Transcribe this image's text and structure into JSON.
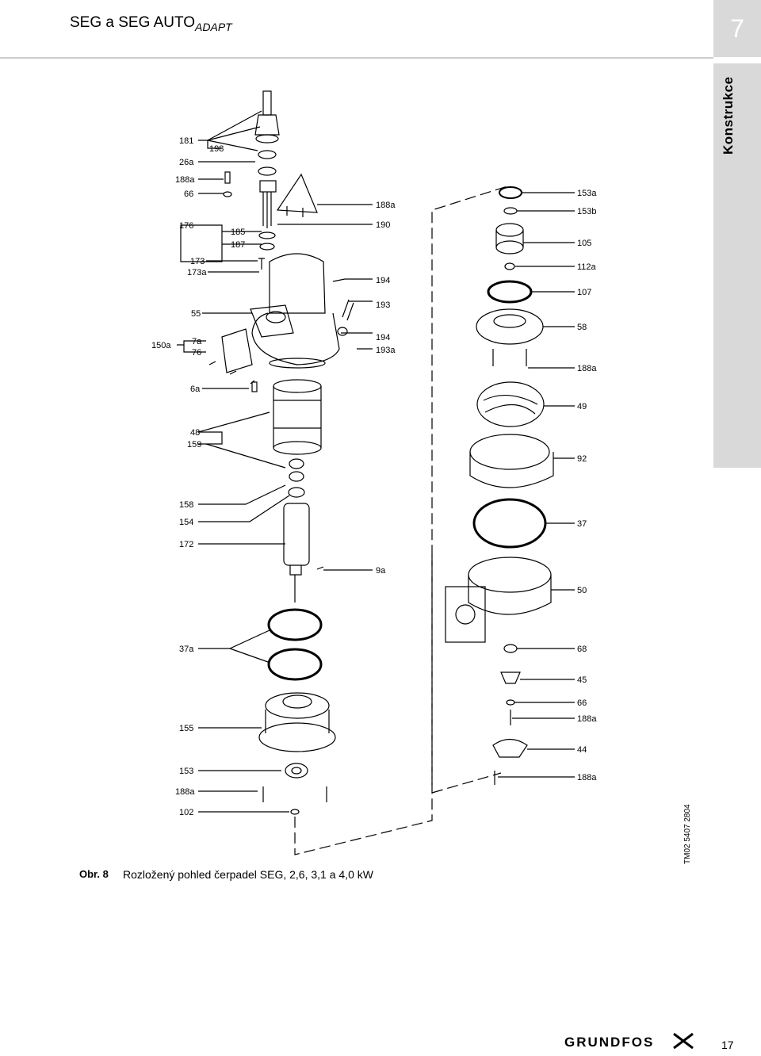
{
  "header": {
    "title_main": "SEG a SEG AUTO",
    "title_sub": "ADAPT",
    "chapter": "7"
  },
  "side_tab": {
    "label": "Konstrukce"
  },
  "caption": {
    "label": "Obr. 8",
    "text": "Rozložený pohled čerpadel SEG, 2,6, 3,1 a 4,0 kW"
  },
  "drawing_code": "TM02 5407 2804",
  "left_labels": {
    "181": "181",
    "198": "198",
    "26a": "26a",
    "188a_top": "188a",
    "66": "66",
    "176": "176",
    "185": "185",
    "187": "187",
    "173": "173",
    "173a": "173a",
    "55": "55",
    "150a": "150a",
    "7a": "7a",
    "76": "76",
    "6a": "6a",
    "48": "48",
    "159": "159",
    "158": "158",
    "154": "154",
    "172": "172",
    "37a": "37a",
    "155": "155",
    "153": "153",
    "188a_bottom": "188a",
    "102": "102"
  },
  "mid_labels": {
    "188a": "188a",
    "190": "190",
    "194_a": "194",
    "193": "193",
    "194_b": "194",
    "193a": "193a",
    "9a": "9a"
  },
  "right_labels": {
    "153a": "153a",
    "153b": "153b",
    "105": "105",
    "112a": "112a",
    "107": "107",
    "58": "58",
    "188a_1": "188a",
    "49": "49",
    "92": "92",
    "37": "37",
    "50": "50",
    "68": "68",
    "45": "45",
    "66": "66",
    "188a_2": "188a",
    "44": "44",
    "188a_3": "188a"
  },
  "footer": {
    "brand": "GRUNDFOS",
    "page": "17"
  },
  "colors": {
    "tab_grey": "#d9d9d9",
    "rule_grey": "#cccccc"
  }
}
